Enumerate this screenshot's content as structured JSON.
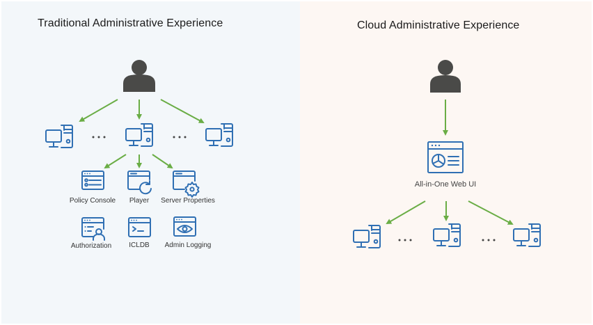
{
  "left_panel": {
    "title": "Traditional Administrative Experience",
    "background": "#f3f7fa",
    "actor_icon": "person-icon",
    "servers": [
      "computer-server-icon",
      "computer-server-icon",
      "computer-server-icon"
    ],
    "ellipsis": "...",
    "tools": [
      {
        "label": "Policy Console",
        "icon": "console-list-icon"
      },
      {
        "label": "Player",
        "icon": "window-refresh-icon"
      },
      {
        "label": "Server Properties",
        "icon": "window-gear-icon"
      },
      {
        "label": "Authorization",
        "icon": "window-user-icon"
      },
      {
        "label": "ICLDB",
        "icon": "terminal-window-icon"
      },
      {
        "label": "Admin Logging",
        "icon": "window-eye-icon"
      }
    ]
  },
  "right_panel": {
    "title": "Cloud Administrative Experience",
    "background": "#fdf7f3",
    "actor_icon": "person-icon",
    "web_ui": {
      "label": "All-in-One Web UI",
      "icon": "dashboard-window-icon"
    },
    "servers": [
      "computer-server-icon",
      "computer-server-icon",
      "computer-server-icon"
    ],
    "ellipsis": "..."
  },
  "colors": {
    "icon_blue": "#2f6fb3",
    "arrow_green": "#6aad45",
    "person_gray": "#4a4a48"
  }
}
